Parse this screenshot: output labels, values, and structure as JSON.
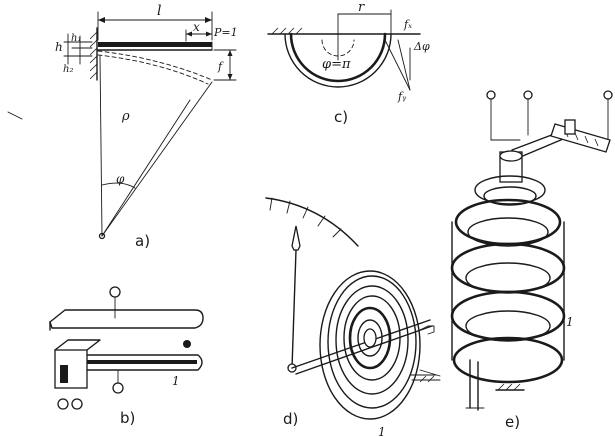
{
  "panels": {
    "a": {
      "caption": "a)",
      "labels": {
        "l": "l",
        "x": "x",
        "p": "P=1",
        "h": "h",
        "h1": "h₁",
        "h2": "h₂",
        "f": "f",
        "rho": "ρ",
        "phi": "φ"
      }
    },
    "b": {
      "caption": "b)",
      "part": "1"
    },
    "c": {
      "caption": "c)",
      "labels": {
        "r": "r",
        "fx": "fₓ",
        "fy": "fᵧ",
        "dphi": "Δφ",
        "phi_eq": "φ=π"
      }
    },
    "d": {
      "caption": "d)",
      "part": "1"
    },
    "e": {
      "caption": "e)",
      "part": "1"
    }
  }
}
